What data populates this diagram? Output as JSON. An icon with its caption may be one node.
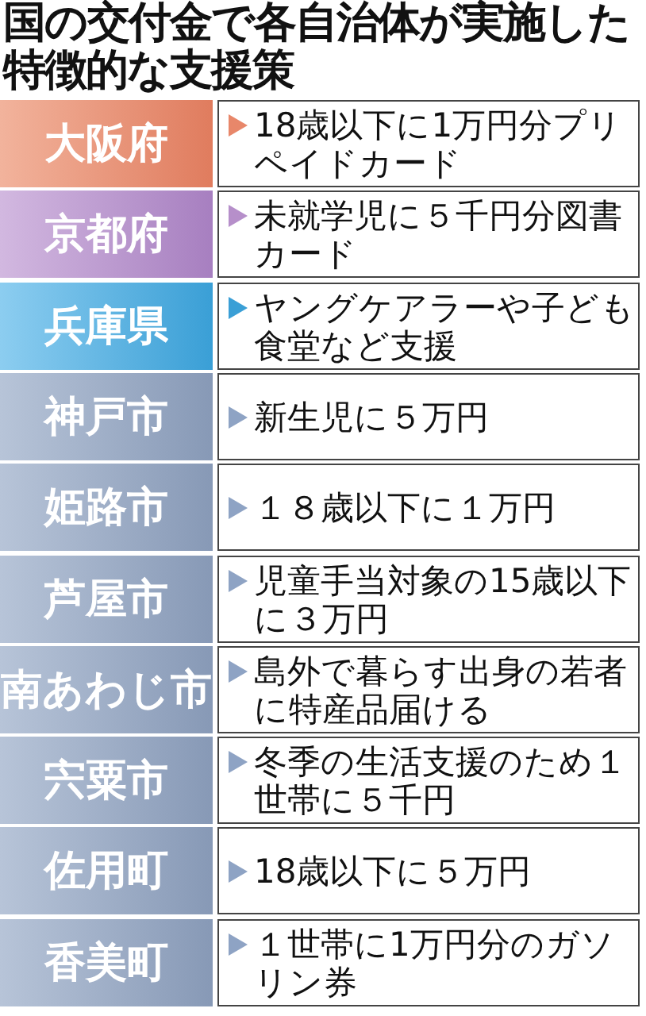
{
  "diagram": {
    "title": "国の交付金で各自治体が実施した特徴的な支援策",
    "labels": [
      "大阪府",
      "18歳以下に1万円分プリペイドカード",
      "京都府",
      "未就学児に５千円分図書カード",
      "兵庫県",
      "ヤングケアラーや子ども食堂など支援",
      "神戸市",
      "新生児に５万円",
      "姫路市",
      "１８歳以下に１万円",
      "芦屋市",
      "児童手当対象の15歳以下に３万円",
      "南あわじ市",
      "島外で暮らす出身の若者に特産品届ける",
      "宍粟市",
      "冬季の生活支援のため１世帯に５千円",
      "佐用町",
      "18歳以下に５万円",
      "香美町",
      "１世帯に1万円分のガソリン券"
    ]
  }
}
